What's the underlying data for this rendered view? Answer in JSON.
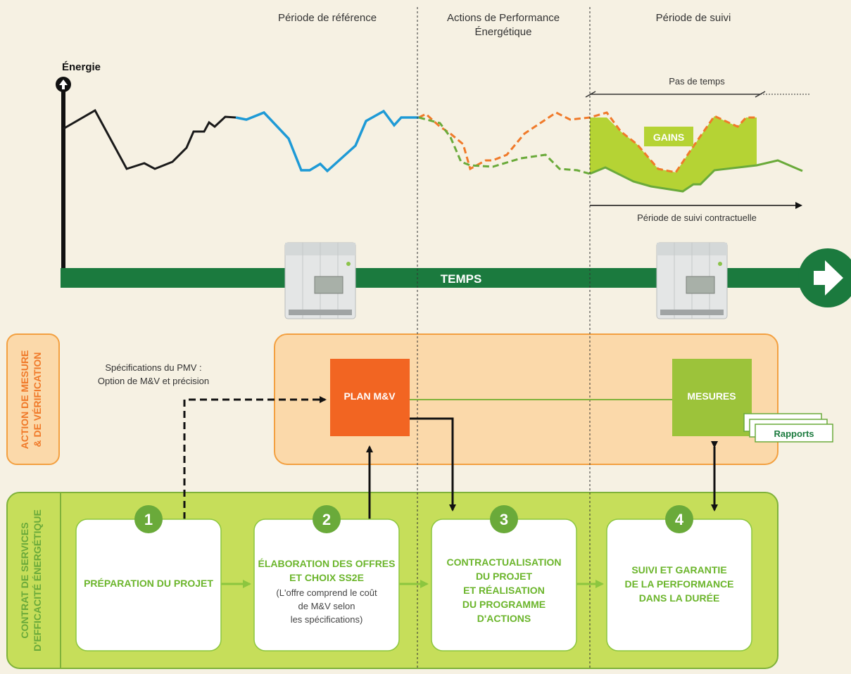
{
  "phases": {
    "reference": "Période de référence",
    "actions_line1": "Actions de Performance",
    "actions_line2": "Énergétique",
    "followup": "Période de suivi"
  },
  "axis": {
    "energy": "Énergie",
    "time": "TEMPS"
  },
  "annotations": {
    "time_step": "Pas de temps",
    "gains": "GAINS",
    "contract_period": "Période de suivi contractuelle"
  },
  "side_labels": {
    "mv_line1": "ACTION DE MESURE",
    "mv_line2": "& DE VÉRIFICATION",
    "contract_line1": "CONTRAT DE SERVICES",
    "contract_line2": "D'EFFICACITÉ ÉNERGÉTIQUE"
  },
  "pmv_spec": {
    "line1": "Spécifications du PMV :",
    "line2": "Option de M&V et précision"
  },
  "boxes": {
    "plan": "PLAN M&V",
    "measures": "MESURES",
    "reports": "Rapports"
  },
  "steps": [
    {
      "number": "1",
      "title_lines": [
        "PRÉPARATION DU PROJET"
      ],
      "note_lines": []
    },
    {
      "number": "2",
      "title_lines": [
        "ÉLABORATION DES OFFRES",
        "ET CHOIX SS2E"
      ],
      "note_lines": [
        "(L'offre comprend le coût",
        "de M&V selon",
        "les spécifications)"
      ]
    },
    {
      "number": "3",
      "title_lines": [
        "CONTRACTUALISATION",
        "DU PROJET",
        "ET RÉALISATION",
        "DU PROGRAMME",
        "D'ACTIONS"
      ],
      "note_lines": []
    },
    {
      "number": "4",
      "title_lines": [
        "SUIVI ET GARANTIE",
        "DE LA PERFORMANCE",
        "DANS LA DURÉE"
      ],
      "note_lines": []
    }
  ],
  "colors": {
    "reference_black": "#1a1a1a",
    "reference_blue": "#1e9ad6",
    "baseline_orange": "#f07a2a",
    "actual_green": "#6aaa3a",
    "gains_fill": "#b5d334",
    "time_bar": "#1b7a3e",
    "plan_box": "#f26522",
    "measures_box": "#9cc33a",
    "mv_panel": "#fbd8a8",
    "mv_border": "#f3a040",
    "contract_panel": "#c6de5a",
    "contract_border": "#7fb23a"
  },
  "icons": {
    "meter": "electricity-meter-icon",
    "arrow": "arrow-right-icon",
    "energy_arrow": "arrow-up-icon"
  }
}
